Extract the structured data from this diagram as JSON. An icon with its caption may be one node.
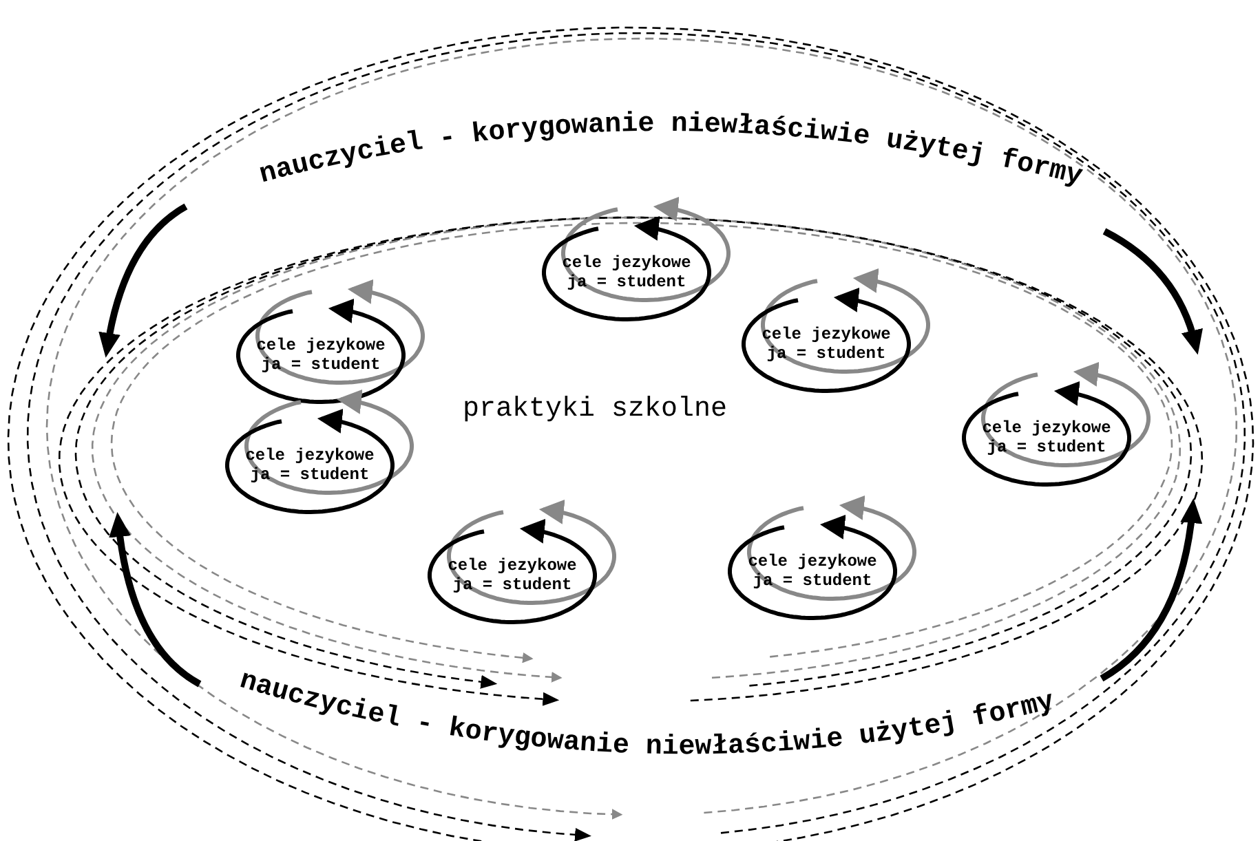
{
  "diagram": {
    "nodes": [
      {
        "text": [
          "cele jezykowe",
          "ja = student"
        ]
      },
      {
        "text": [
          "cele jezykowe",
          "ja = student"
        ]
      },
      {
        "text": [
          "cele jezykowe",
          "ja = student"
        ]
      },
      {
        "text": [
          "praktyki szkolne"
        ]
      },
      {
        "text": [
          "cele jezykowe",
          "ja = student"
        ]
      },
      {
        "text": [
          "cele jezykowe",
          "ja = student"
        ]
      },
      {
        "text": [
          "cele jezykowe",
          "ja = student"
        ]
      },
      {
        "text": [
          "cele jezykowe",
          "ja = student"
        ]
      }
    ],
    "labels": [
      "nauczyciel - korygowanie niewłaściwie użytej formy",
      "nauczyciel - korygowanie niewłaściwie użytej formy"
    ]
  }
}
